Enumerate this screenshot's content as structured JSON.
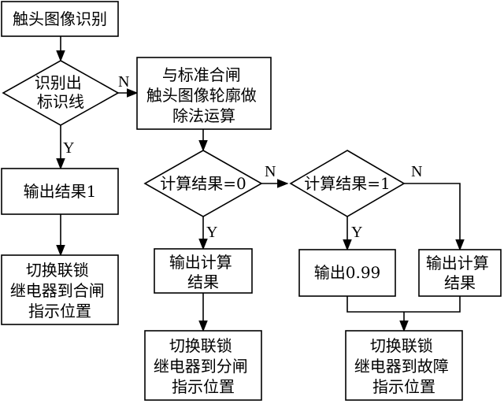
{
  "nodes": {
    "start": {
      "lines": [
        "触头图像识别"
      ]
    },
    "decide_mark": {
      "lines": [
        "识别出",
        "标识线"
      ]
    },
    "divide": {
      "lines": [
        "与标准合闸",
        "触头图像轮廓做",
        "除法运算"
      ]
    },
    "out1": {
      "lines": [
        "输出结果1"
      ]
    },
    "switch_close": {
      "lines": [
        "切换联锁",
        "继电器到合闸",
        "指示位置"
      ]
    },
    "decide_zero": {
      "lines": [
        "计算结果=0"
      ]
    },
    "decide_one": {
      "lines": [
        "计算结果=1"
      ]
    },
    "out_calc_a": {
      "lines": [
        "输出计算",
        "结果"
      ]
    },
    "switch_open": {
      "lines": [
        "切换联锁",
        "继电器到分闸",
        "指示位置"
      ]
    },
    "out099": {
      "lines": [
        "输出0.99"
      ]
    },
    "out_calc_b": {
      "lines": [
        "输出计算",
        "结果"
      ]
    },
    "switch_fault": {
      "lines": [
        "切换联锁",
        "继电器到故障",
        "指示位置"
      ]
    }
  },
  "branch_labels": {
    "mark_no": "N",
    "mark_yes": "Y",
    "zero_no": "N",
    "zero_yes": "Y",
    "one_no": "N",
    "one_yes": "Y"
  }
}
